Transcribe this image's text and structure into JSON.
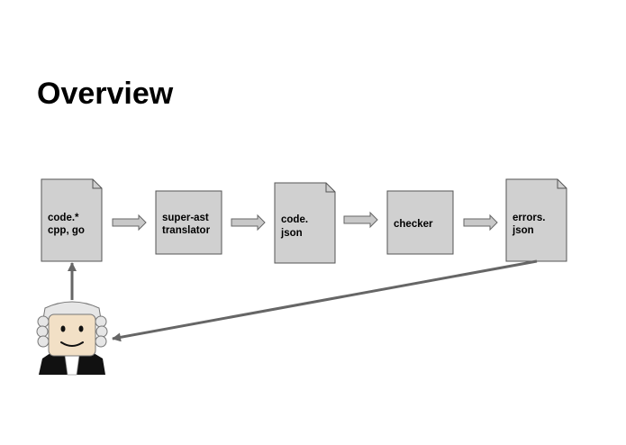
{
  "slide": {
    "title": "Overview"
  },
  "pipeline": {
    "nodes": [
      {
        "id": "source-code",
        "shape": "document",
        "lines": [
          "code.*",
          "cpp, go"
        ]
      },
      {
        "id": "translator",
        "shape": "process",
        "lines": [
          "super-ast",
          "translator"
        ]
      },
      {
        "id": "code-json",
        "shape": "document",
        "lines": [
          "code.",
          "json"
        ]
      },
      {
        "id": "checker",
        "shape": "process",
        "lines": [
          "checker"
        ]
      },
      {
        "id": "errors-json",
        "shape": "document",
        "lines": [
          "errors.",
          "json"
        ]
      }
    ],
    "flow": [
      {
        "from": "source-code",
        "to": "translator"
      },
      {
        "from": "translator",
        "to": "code-json"
      },
      {
        "from": "code-json",
        "to": "checker"
      },
      {
        "from": "checker",
        "to": "errors-json"
      },
      {
        "from": "errors-json",
        "to": "judge"
      },
      {
        "from": "judge",
        "to": "source-code"
      }
    ]
  },
  "judge": {
    "icon": "judge-wig-icon"
  },
  "colors": {
    "node_fill": "#d0d0d0",
    "node_stroke": "#555555",
    "arrow_fill": "#c8c8c8",
    "arrow_stroke": "#666666",
    "line": "#666666",
    "wig": "#e6e6e6",
    "face": "#f2e0c6",
    "robe": "#111111"
  }
}
